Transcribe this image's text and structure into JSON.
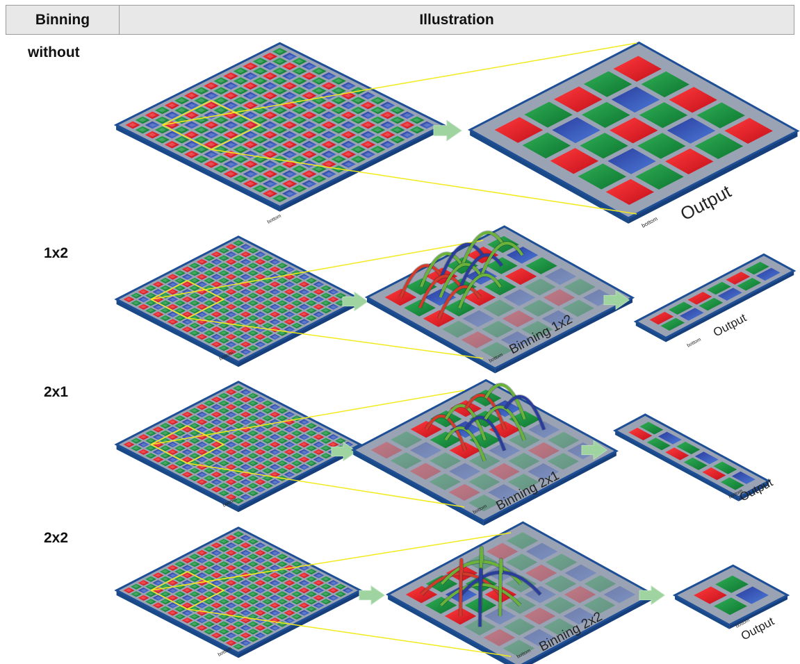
{
  "header": {
    "col1": "Binning",
    "col2": "Illustration"
  },
  "rows": [
    {
      "label": "without",
      "sensor_label": "bottom",
      "binned_label": "",
      "output_label": "Output",
      "output_sub": "bottom"
    },
    {
      "label": "1x2",
      "sensor_label": "bottom",
      "binned_label": "Binning 1x2",
      "binned_sub": "bottom",
      "output_label": "Output",
      "output_sub": "bottom"
    },
    {
      "label": "2x1",
      "sensor_label": "bottom",
      "binned_label": "Binning 2x1",
      "binned_sub": "bottom",
      "output_label": "Output",
      "output_sub": "bottom"
    },
    {
      "label": "2x2",
      "sensor_label": "bottom",
      "binned_label": "Binning 2x2",
      "binned_sub": "bottom",
      "output_label": "Output",
      "output_sub": "bottom"
    }
  ],
  "colors": {
    "red": "#e0202a",
    "green": "#1a8f3c",
    "blue": "#2244a8",
    "gap": "#9aa3b4",
    "border": "#1e4f96",
    "arrow": "#9fd39f",
    "zoom_line": "#f2ea1a"
  }
}
